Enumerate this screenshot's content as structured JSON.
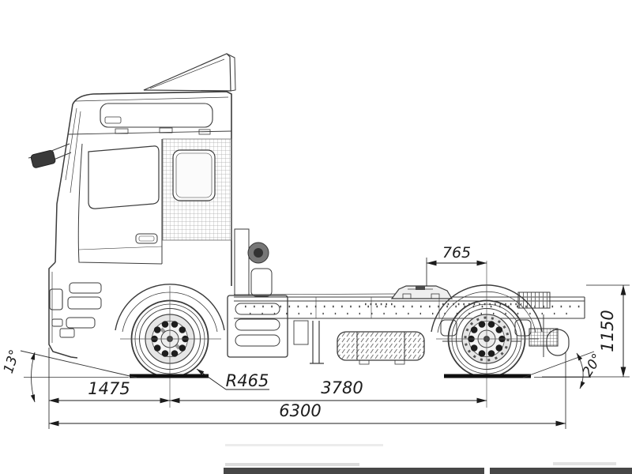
{
  "diagram": {
    "type": "engineering-drawing",
    "subject": "Truck tractor (semi-trailer tractor) side view with overall dimensions",
    "units": "mm",
    "labels": {
      "fifth_wheel_lead": "765",
      "saddle_height": "1150",
      "front_overhang": "1475",
      "wheelbase": "3780",
      "overall_length": "6300",
      "wheel_radius": "R465",
      "approach_angle": "13°",
      "departure_angle": "20°"
    },
    "measurements": {
      "fifth_wheel_lead_mm": 765,
      "saddle_height_mm": 1150,
      "front_overhang_mm": 1475,
      "wheelbase_mm": 3780,
      "overall_length_mm": 6300,
      "wheel_radius_mm": 465,
      "approach_angle_deg": 13,
      "departure_angle_deg": 20
    },
    "colors": {
      "paper": "#ffffff",
      "line_art": "#3b3b3b",
      "dimension": "#1c1c1c",
      "contact_bar": "#0f0f0f"
    }
  }
}
